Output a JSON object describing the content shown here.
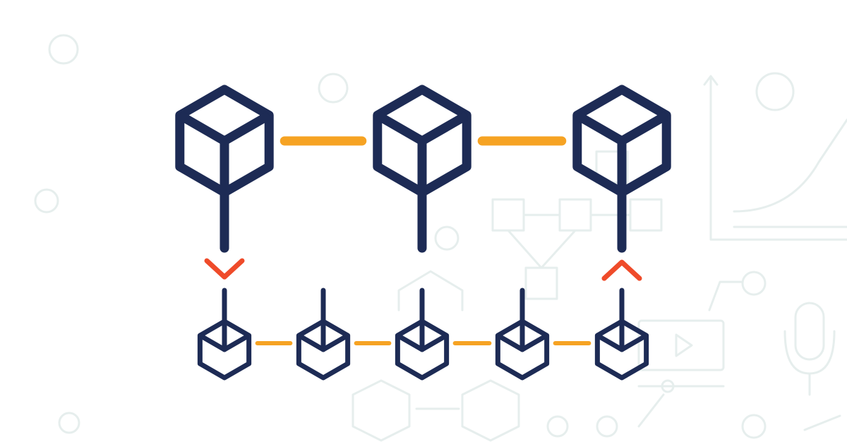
{
  "colors": {
    "background": "#ffffff",
    "cube_stroke": "#1d2b55",
    "link": "#f6a323",
    "arrow": "#ef4b2a",
    "decor": "#e6eeed"
  },
  "diagram": {
    "top_row": {
      "cube_count": 3,
      "links": 2
    },
    "bottom_row": {
      "cube_count": 5,
      "links": 4
    },
    "arrows": [
      {
        "name": "down-arrow",
        "from": "top-row-cube-1",
        "to": "bottom-row-cube-1",
        "direction": "down"
      },
      {
        "name": "up-arrow",
        "from": "bottom-row-cube-5",
        "to": "top-row-cube-3",
        "direction": "up"
      }
    ]
  }
}
